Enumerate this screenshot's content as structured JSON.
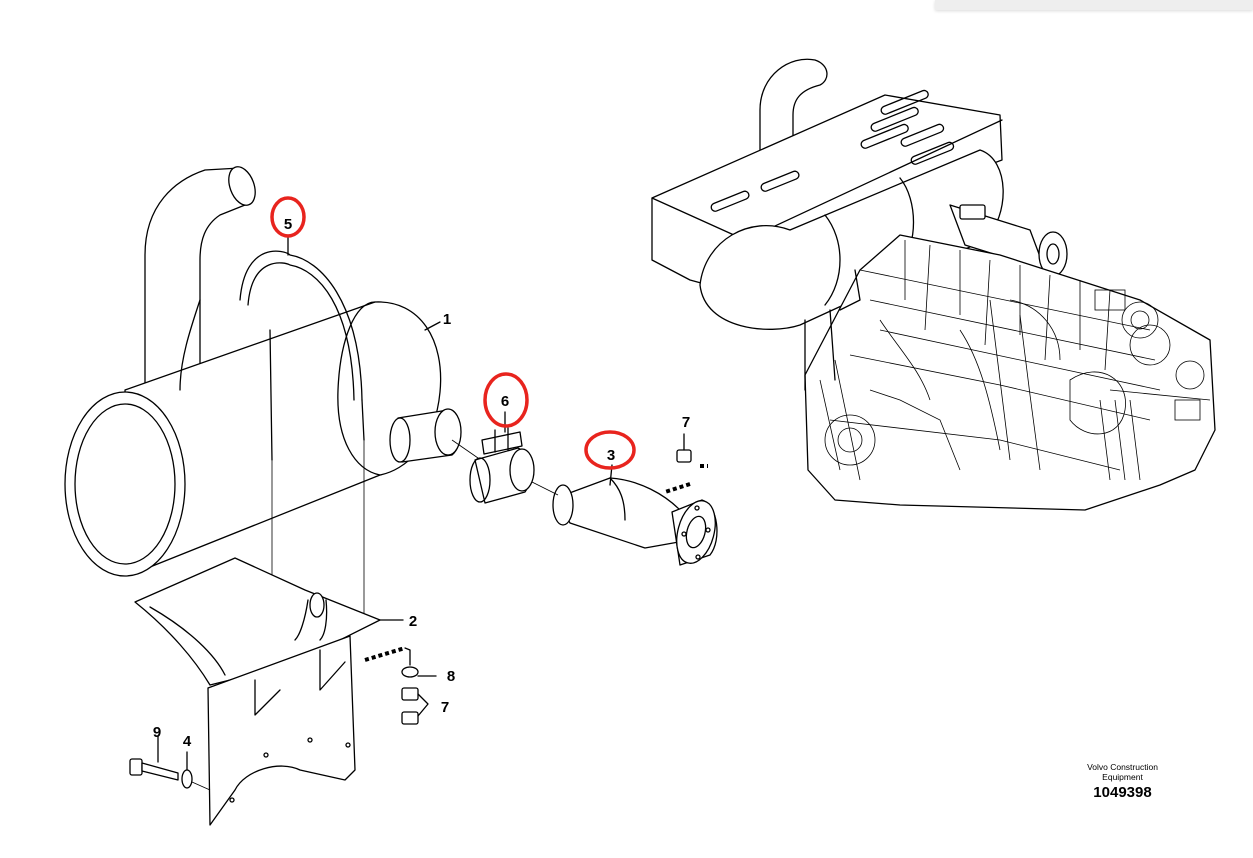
{
  "colors": {
    "line": "#000000",
    "highlight": "#e8241e",
    "background": "#ffffff",
    "topbar": "#eeeeee"
  },
  "callouts": {
    "muffler": "1",
    "bracket": "2",
    "pipe": "3",
    "washer_small": "4",
    "u_bolt": "5",
    "clamp": "6",
    "nut_top": "7",
    "nut_bottom": "7",
    "washer": "8",
    "bolt": "9"
  },
  "highlighted_callouts": [
    "5",
    "6",
    "3"
  ],
  "branding": {
    "company_line1": "Volvo Construction",
    "company_line2": "Equipment",
    "drawing_number": "1049398"
  }
}
